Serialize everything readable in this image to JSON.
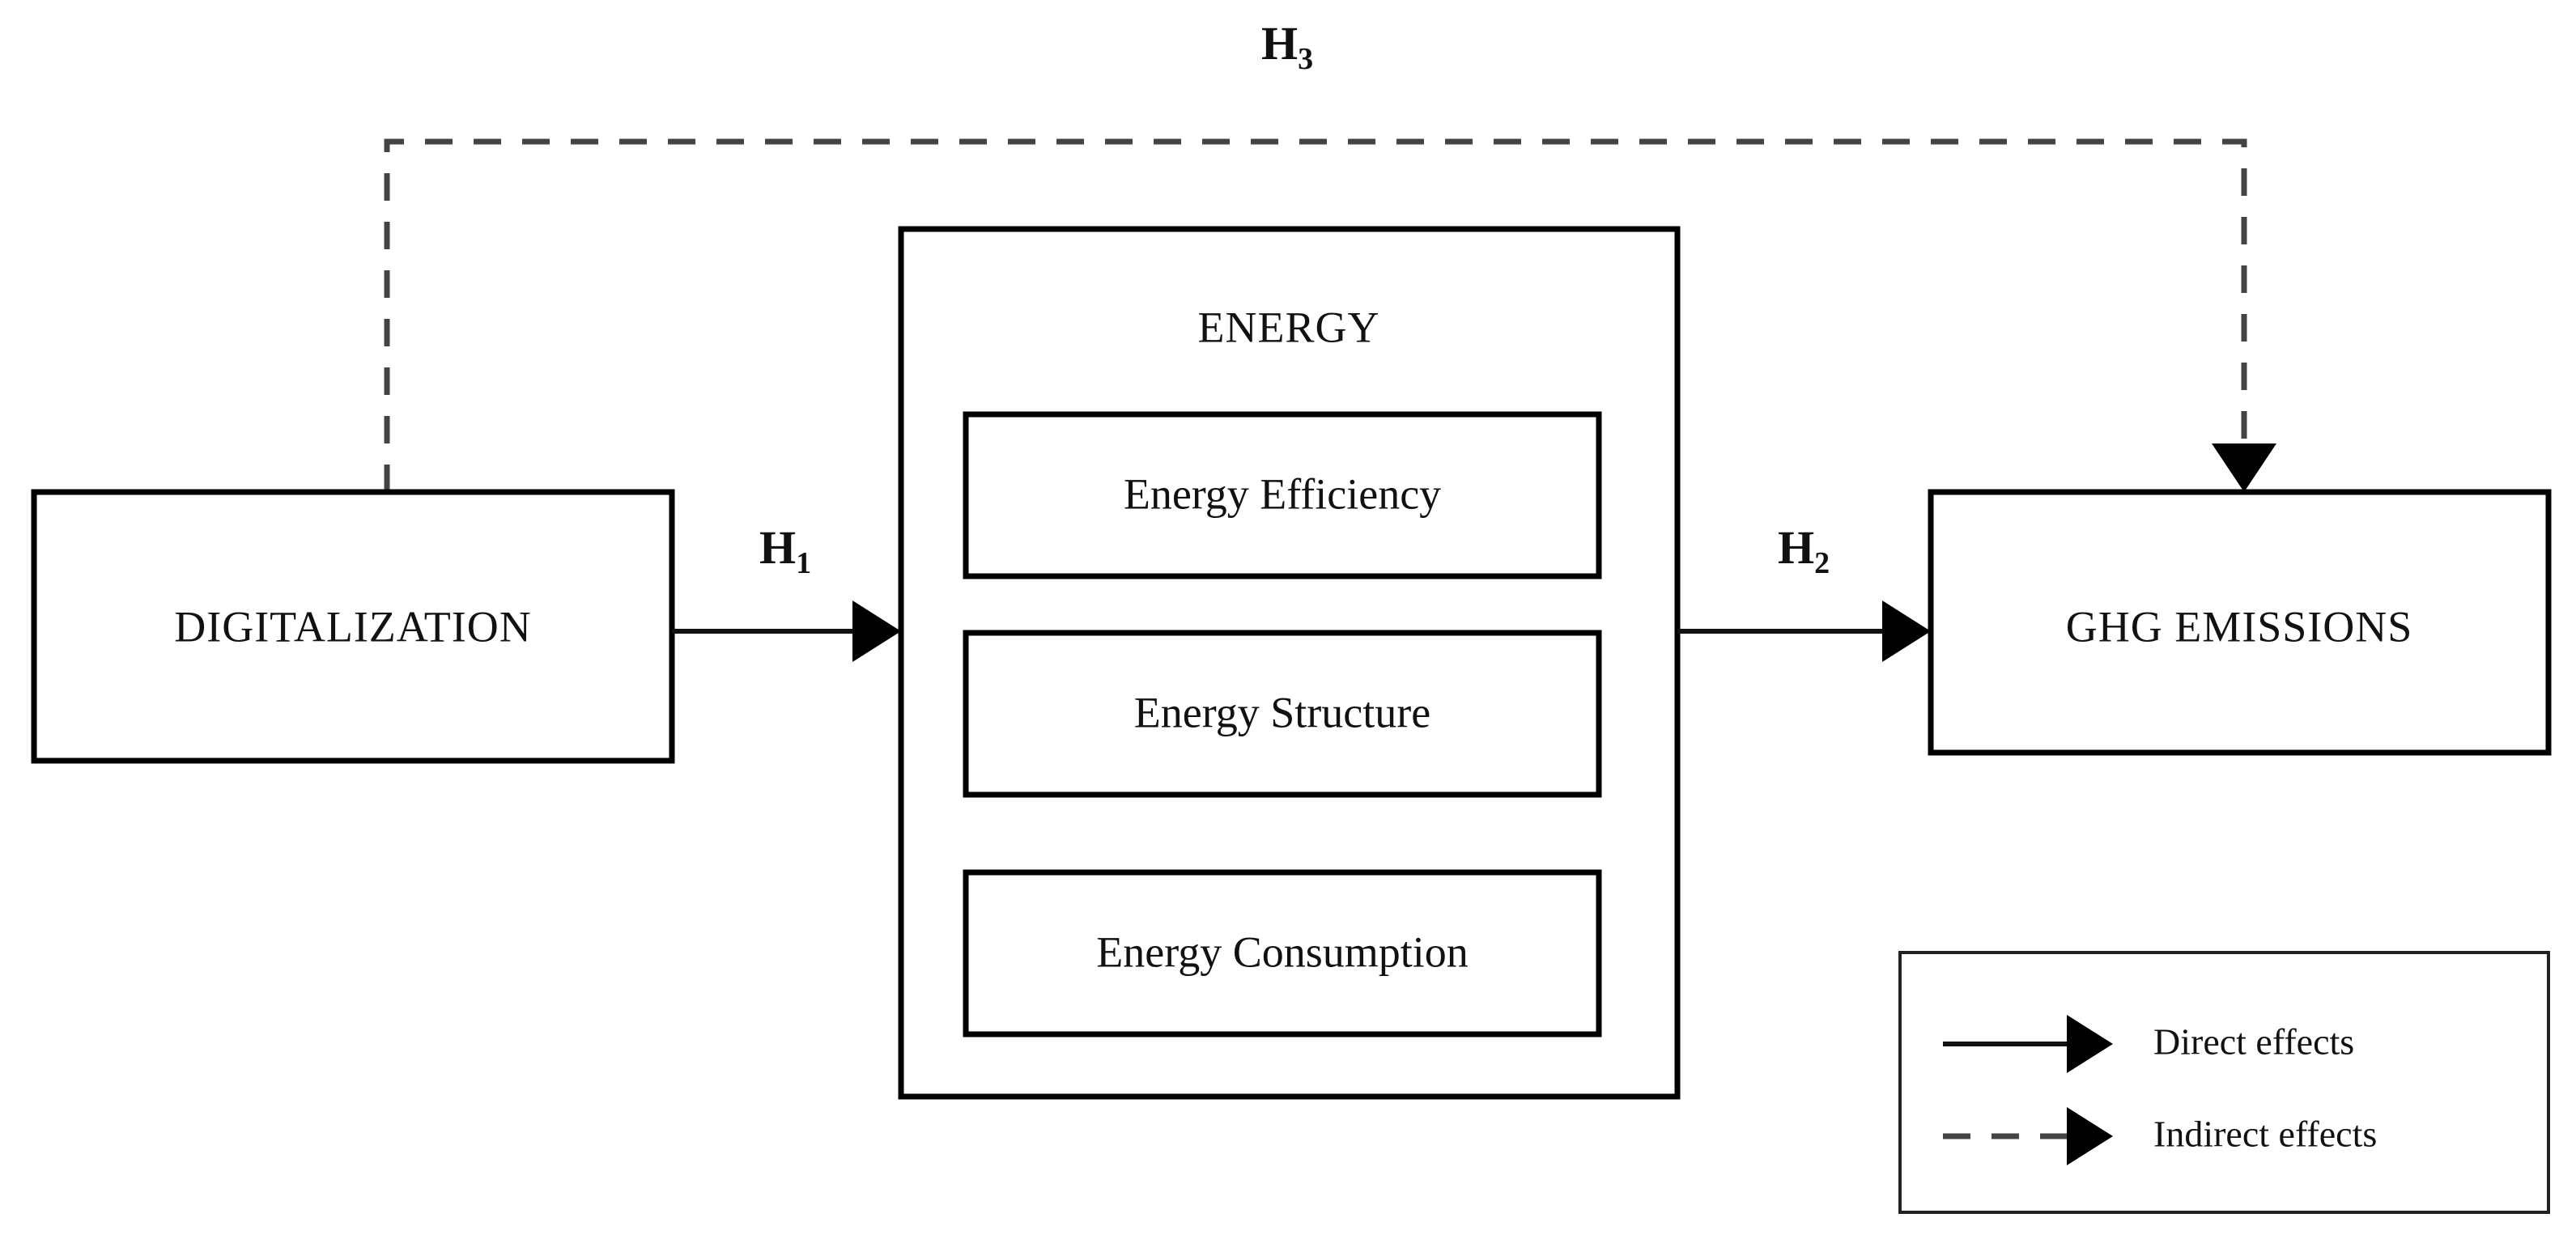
{
  "figure": {
    "type": "conceptual-framework-diagram",
    "background_color": "#ffffff",
    "line_color": "#111111",
    "dashed_line_color": "#444444"
  },
  "nodes": {
    "digitalization": {
      "label": "DIGITALIZATION"
    },
    "ghg_emissions": {
      "label": "GHG EMISSIONS"
    },
    "energy_group": {
      "title": "ENERGY",
      "items": [
        {
          "label": "Energy Efficiency"
        },
        {
          "label": "Energy Structure"
        },
        {
          "label": "Energy Consumption"
        }
      ]
    }
  },
  "hypotheses": {
    "h1": {
      "letter": "H",
      "subscript": "1"
    },
    "h2": {
      "letter": "H",
      "subscript": "2"
    },
    "h3": {
      "letter": "H",
      "subscript": "3"
    }
  },
  "legend": {
    "items": [
      {
        "label": "Direct effects",
        "style": "solid"
      },
      {
        "label": "Indirect effects",
        "style": "dashed"
      }
    ]
  }
}
